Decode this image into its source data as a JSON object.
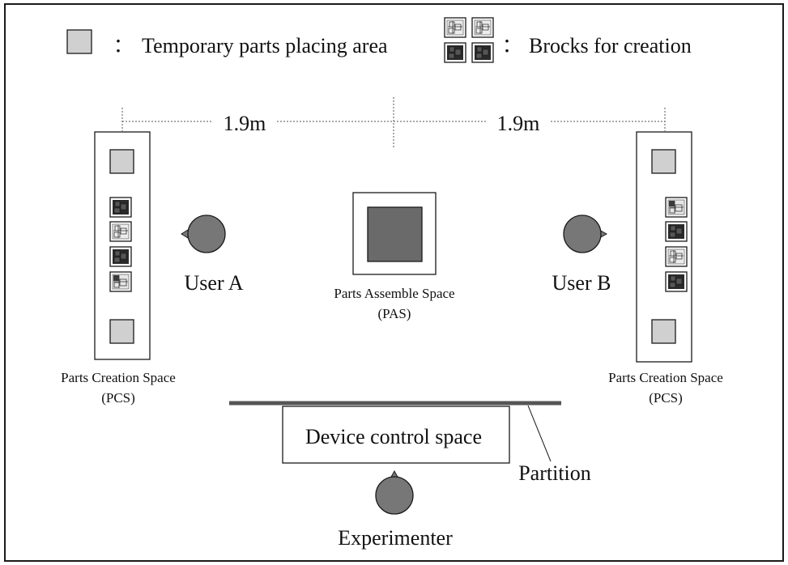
{
  "legend": {
    "area_colon": "：",
    "area_label": "Temporary parts placing area",
    "blocks_colon": "：",
    "blocks_label": "Brocks for creation"
  },
  "distances": {
    "left": "1.9m",
    "right": "1.9m"
  },
  "pcs_left": {
    "label_line1": "Parts Creation Space",
    "label_line2": "(PCS)"
  },
  "pcs_right": {
    "label_line1": "Parts Creation Space",
    "label_line2": "(PCS)"
  },
  "users": {
    "a": "User A",
    "b": "User B"
  },
  "pas": {
    "label_line1": "Parts Assemble Space",
    "label_line2": "(PAS)"
  },
  "device_control": "Device control space",
  "partition": "Partition",
  "experimenter": "Experimenter",
  "colors": {
    "stroke": "#1a1a1a",
    "area_fill": "#d0d0d0",
    "person_fill": "#777777",
    "pas_fill": "#6a6a6a",
    "partition": "#555555",
    "dark_block": "#2a2a2a",
    "light_block": "#ececec"
  }
}
